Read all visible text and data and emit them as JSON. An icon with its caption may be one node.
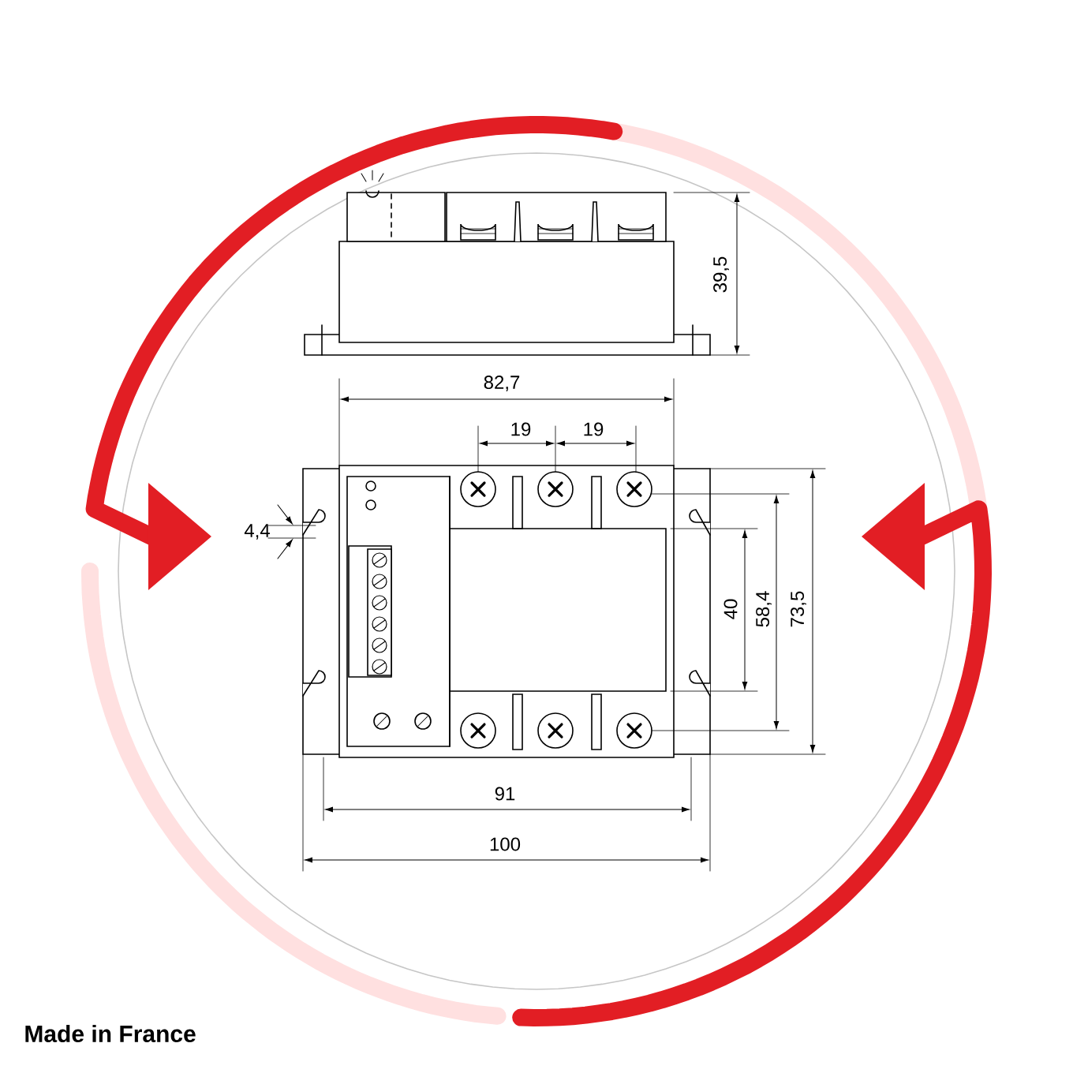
{
  "diagram": {
    "labels": [
      "39,5",
      "82,7",
      "19",
      "19",
      "4,4",
      "40",
      "58,4",
      "73,5",
      "91",
      "100",
      "Made in France"
    ]
  }
}
